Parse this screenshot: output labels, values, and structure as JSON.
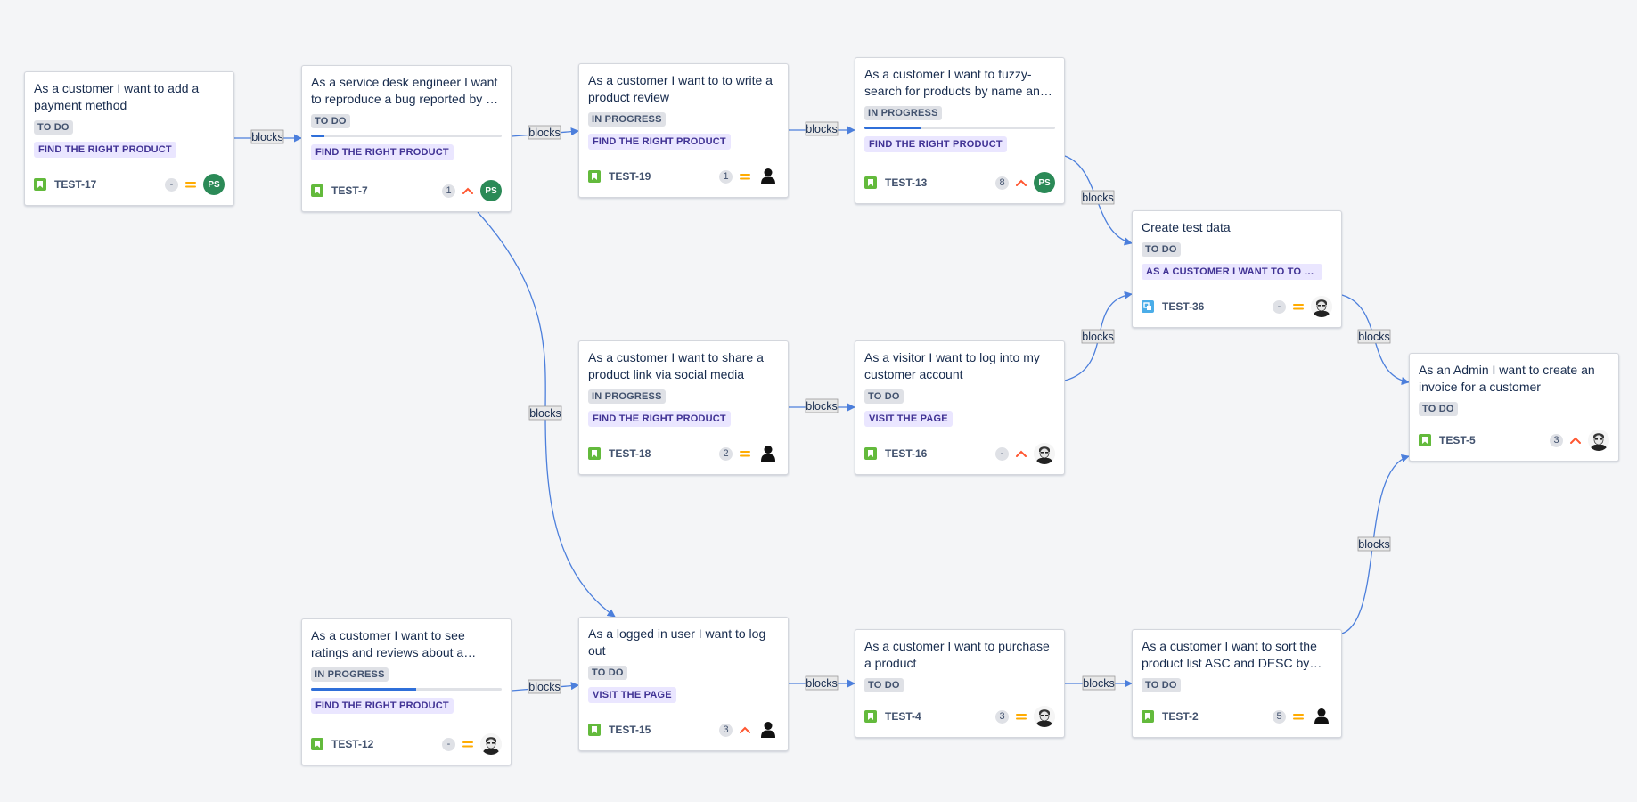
{
  "edge_label": "blocks",
  "colors": {
    "accent": "#4c7fdc",
    "story": "#63ba3c",
    "subtask": "#4bade8",
    "avatar_green": "#2b8a57",
    "prio_medium": "#ffab00",
    "prio_high": "#ff5630"
  },
  "cards": [
    {
      "id": "c17",
      "title": "As a customer I want to add a payment method",
      "status": "TO DO",
      "epic": "FIND THE RIGHT PRODUCT",
      "key": "TEST-17",
      "type": "story",
      "estimate": "-",
      "priority": "medium",
      "assignee": "PS",
      "avatar": "initials",
      "progress": null
    },
    {
      "id": "c7",
      "title": "As a service desk engineer I want to reproduce a bug reported by a customer",
      "status": "TO DO",
      "epic": "FIND THE RIGHT PRODUCT",
      "key": "TEST-7",
      "type": "story",
      "estimate": "1",
      "priority": "high",
      "assignee": "PS",
      "avatar": "initials",
      "progress": 0.07
    },
    {
      "id": "c19",
      "title": "As a customer I want to to write a product review",
      "status": "IN PROGRESS",
      "epic": "FIND THE RIGHT PRODUCT",
      "key": "TEST-19",
      "type": "story",
      "estimate": "1",
      "priority": "medium",
      "assignee": "",
      "avatar": "generic",
      "progress": null
    },
    {
      "id": "c13",
      "title": "As a customer I want to fuzzy-search for products by name and description",
      "status": "IN PROGRESS",
      "epic": "FIND THE RIGHT PRODUCT",
      "key": "TEST-13",
      "type": "story",
      "estimate": "8",
      "priority": "high",
      "assignee": "PS",
      "avatar": "initials",
      "progress": 0.3
    },
    {
      "id": "c36",
      "title": "Create test data",
      "status": "TO DO",
      "epic": "AS A CUSTOMER I WANT TO TO WRITE A PRODUCT REVIEW",
      "key": "TEST-36",
      "type": "subtask",
      "estimate": "-",
      "priority": "medium",
      "assignee": "",
      "avatar": "photo",
      "progress": null
    },
    {
      "id": "c5",
      "title": "As an Admin I want to create an invoice for a customer",
      "status": "TO DO",
      "epic": "",
      "key": "TEST-5",
      "type": "story",
      "estimate": "3",
      "priority": "high",
      "assignee": "",
      "avatar": "photo",
      "progress": null
    },
    {
      "id": "c18",
      "title": "As a customer I want to share a product link via social media",
      "status": "IN PROGRESS",
      "epic": "FIND THE RIGHT PRODUCT",
      "key": "TEST-18",
      "type": "story",
      "estimate": "2",
      "priority": "medium",
      "assignee": "",
      "avatar": "generic",
      "progress": null
    },
    {
      "id": "c16",
      "title": "As a visitor I want to log into my customer account",
      "status": "TO DO",
      "epic": "VISIT THE PAGE",
      "key": "TEST-16",
      "type": "story",
      "estimate": "-",
      "priority": "high",
      "assignee": "",
      "avatar": "photo",
      "progress": null
    },
    {
      "id": "c12",
      "title": "As a customer I want to see ratings and reviews about a product",
      "status": "IN PROGRESS",
      "epic": "FIND THE RIGHT PRODUCT",
      "key": "TEST-12",
      "type": "story",
      "estimate": "-",
      "priority": "medium",
      "assignee": "",
      "avatar": "photo",
      "progress": 0.55
    },
    {
      "id": "c15",
      "title": "As a logged in user I want to log out",
      "status": "TO DO",
      "epic": "VISIT THE PAGE",
      "key": "TEST-15",
      "type": "story",
      "estimate": "3",
      "priority": "high",
      "assignee": "",
      "avatar": "generic",
      "progress": null
    },
    {
      "id": "c4",
      "title": "As a customer I want to purchase a product",
      "status": "TO DO",
      "epic": "",
      "key": "TEST-4",
      "type": "story",
      "estimate": "3",
      "priority": "medium",
      "assignee": "",
      "avatar": "photo",
      "progress": null
    },
    {
      "id": "c2",
      "title": "As a customer I want to sort the product list ASC and DESC by price",
      "status": "TO DO",
      "epic": "",
      "key": "TEST-2",
      "type": "story",
      "estimate": "5",
      "priority": "medium",
      "assignee": "",
      "avatar": "generic",
      "progress": null
    }
  ]
}
